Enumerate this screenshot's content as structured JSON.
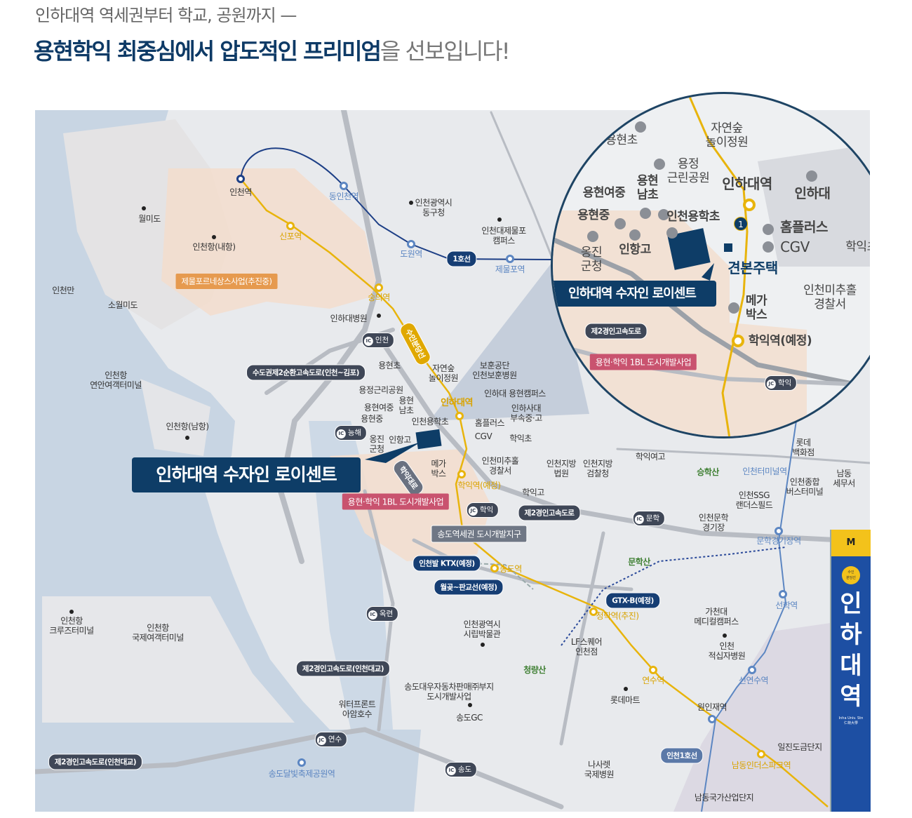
{
  "header": {
    "line1": "인하대역 역세권부터 학교, 공원까지 —",
    "line2_bold": "용현학익 최중심에서 압도적인 프리미엄",
    "line2_rest": "을 선보입니다!"
  },
  "colors": {
    "navy": "#0e3d67",
    "suin_bundang": "#e8b40c",
    "line1": "#1d3f86",
    "incheon1": "#5c86c2",
    "water": "#c8d5e3",
    "zone": "#f3ddcc"
  },
  "map": {
    "places": [
      "월미도",
      "인천항(내항)",
      "인천만",
      "소월미도",
      "인천항\n연안여객터미널",
      "인천항(남항)",
      "인천항\n크루즈터미널",
      "인천항\n국제여객터미널",
      "인천역",
      "동인천역",
      "인천광역시\n동구청",
      "인천대제물포\n캠퍼스",
      "도원역",
      "제물포역",
      "신포역",
      "숭의역",
      "인하대병원",
      "용현초",
      "자연숲\n놀이정원",
      "보훈공단\n인천보훈병원",
      "용정근리공원",
      "인하대 용현캠퍼스",
      "인하사대\n부속중·고",
      "용현여중",
      "용현\n남초",
      "용현중",
      "인천용학초",
      "옹진\n군청",
      "인항고",
      "홈플러스",
      "CGV",
      "학익초",
      "메가\n박스",
      "인천미추홀\n경찰서",
      "인천지방\n법원",
      "인천지방\n검찰청",
      "학익여고",
      "학익고",
      "승학산",
      "인천터미널역",
      "롯데\n백화점",
      "인천종합\n버스터미널",
      "남동\n세무서",
      "인천SSG\n랜더스필드",
      "인천문학\n경기장",
      "문학경기장역",
      "문학산",
      "송도역",
      "선학역",
      "청학역(추진)",
      "가천대\n메디컬캠퍼스",
      "인천광역시\n시립박물관",
      "LF스퀘어\n인천점",
      "인천\n적십자병원",
      "청량산",
      "연수역",
      "신연수역",
      "송도대우자동차판매㈜부지\n도시개발사업",
      "워터프론트\n아암호수",
      "송도GC",
      "롯데마트",
      "원인재역",
      "일진도금단지",
      "남동인더스파크역",
      "나사렛\n국제병원",
      "송도달빛축제공원역",
      "남동국가산업단지",
      "인하대역",
      "학익역(예정)"
    ],
    "roads": [
      "수도권제2순환고속도로(인천~김포)",
      "제2경인고속도로",
      "제2경인고속도로(인천대교)",
      "제2경인고속도로(인천대교)",
      "학익대로",
      "수인분당선",
      "1호선",
      "인천1호선"
    ],
    "interchanges": [
      {
        "type": "IC",
        "name": "인천"
      },
      {
        "type": "IC",
        "name": "능해"
      },
      {
        "type": "JC",
        "name": "학익"
      },
      {
        "type": "IC",
        "name": "문학"
      },
      {
        "type": "IC",
        "name": "옥련"
      },
      {
        "type": "JC",
        "name": "연수"
      },
      {
        "type": "IC",
        "name": "송도"
      }
    ],
    "rail_plans": [
      "인천발 KTX(예정)",
      "월곶~판교선(예정)",
      "GTX-B(예정)"
    ],
    "zones": [
      "제물포르네상스사업(추진중)",
      "용현·학익 1BL 도시개발사업",
      "송도역세권 도시개발지구"
    ],
    "site_callout": "인하대역 수자인 로이센트"
  },
  "inset": {
    "places": [
      "용현초",
      "자연숲\n놀이정원",
      "용정\n근린공원",
      "인하대역",
      "인하대",
      "용현여중",
      "용현\n남초",
      "용현중",
      "인천용학초",
      "홈플러스",
      "CGV",
      "학익초",
      "옹진\n군청",
      "인항고",
      "견본주택",
      "인천미추홀\n경찰서",
      "메가\n박스",
      "학익역(예정)"
    ],
    "marker_number": "1",
    "site_callout": "인하대역 수자인 로이센트",
    "road": "제2경인고속도로",
    "zone": "용현·학익 1BL 도시개발사업",
    "jc": {
      "type": "JC",
      "name": "학익"
    }
  },
  "sign": {
    "top": "M",
    "line": "수인\n분당선",
    "name": "인\n하\n대\n역",
    "en": "Inha Univ. Stn\n仁荷大學"
  }
}
